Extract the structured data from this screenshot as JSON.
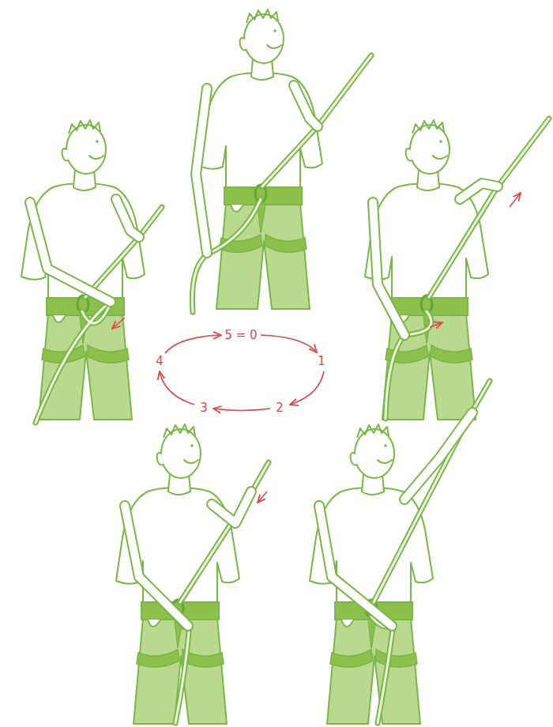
{
  "diagram": {
    "labels": [
      "5 = 0",
      "1",
      "2",
      "3",
      "4"
    ]
  }
}
